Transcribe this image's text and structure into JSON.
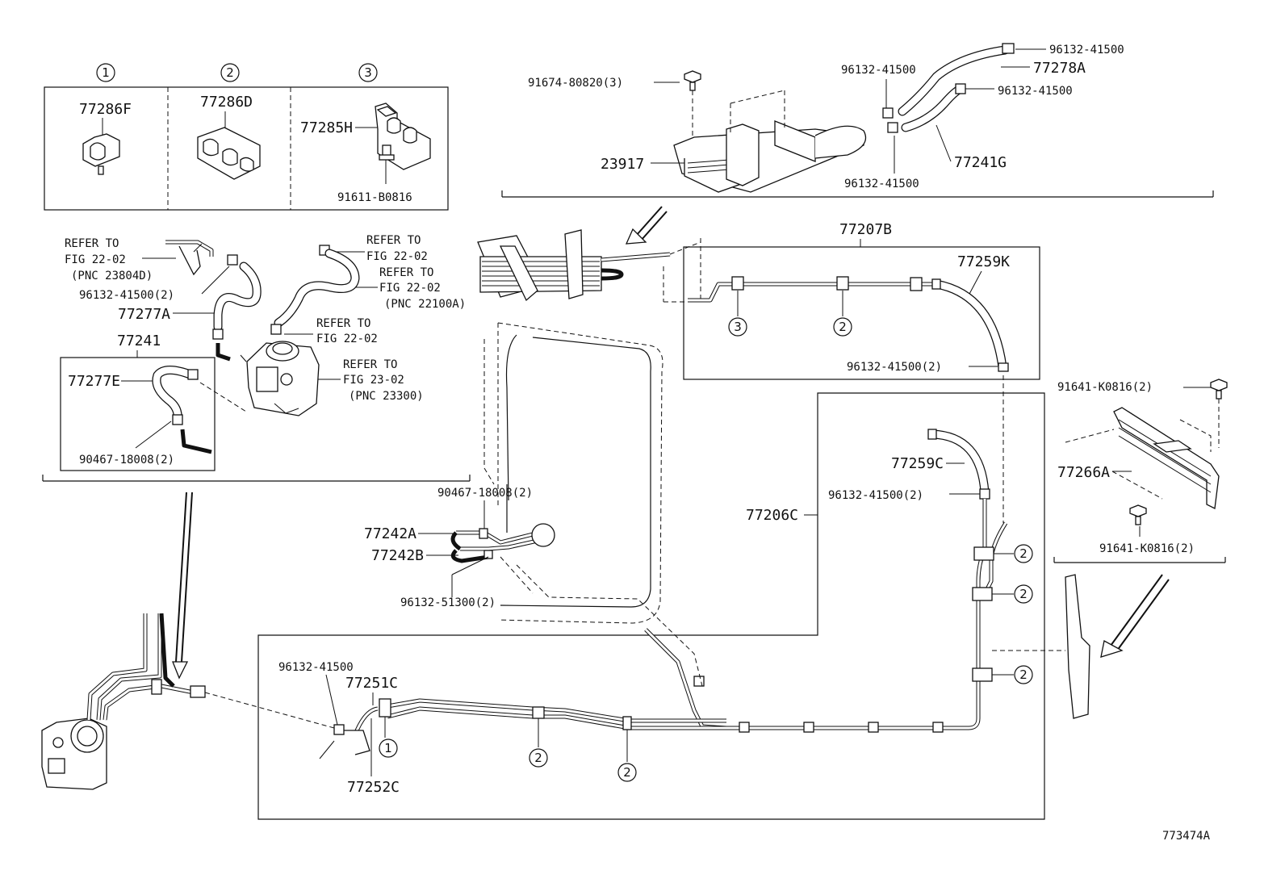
{
  "inset_keys": [
    "1",
    "2",
    "3"
  ],
  "labels": {
    "p77286F": "77286F",
    "p77286D": "77286D",
    "p77285H": "77285H",
    "p91611": "91611-B0816",
    "p91674": "91674-80820(3)",
    "p23917": "23917",
    "p96132_top_a": "96132-41500",
    "p96132_top_b": "96132-41500",
    "p96132_top_c": "96132-41500",
    "p96132_top_d": "96132-41500",
    "p77278A": "77278A",
    "p77241G": "77241G",
    "refer1_a": "REFER TO",
    "refer1_b": "FIG 22-02",
    "refer1_c": "(PNC 23804D)",
    "p96132_left": "96132-41500(2)",
    "p77277A": "77277A",
    "refer2_a": "REFER TO",
    "refer2_b": "FIG 22-02",
    "refer3_a": "REFER TO",
    "refer3_b": "FIG 22-02",
    "refer3_c": "(PNC 22100A)",
    "refer4_a": "REFER TO",
    "refer4_b": "FIG 22-02",
    "refer5_a": "REFER TO",
    "refer5_b": "FIG 23-02",
    "refer5_c": "(PNC 23300)",
    "p77241": "77241",
    "p77277E": "77277E",
    "p90467_left": "90467-18008(2)",
    "p77207B": "77207B",
    "p77259K": "77259K",
    "p96132_right_box": "96132-41500(2)",
    "p91641_top": "91641-K0816(2)",
    "p77266A": "77266A",
    "p91641_bot": "91641-K0816(2)",
    "p77259C": "77259C",
    "p96132_mid": "96132-41500(2)",
    "p77206C": "77206C",
    "p90467_mid": "90467-18008(2)",
    "p77242A": "77242A",
    "p77242B": "77242B",
    "p96132_51300": "96132-51300(2)",
    "p96132_bottom": "96132-41500",
    "p77251C": "77251C",
    "p77252C": "77252C",
    "figure_no": "773474A"
  },
  "callouts": {
    "c3": "3",
    "c2": "2",
    "c1": "1"
  }
}
